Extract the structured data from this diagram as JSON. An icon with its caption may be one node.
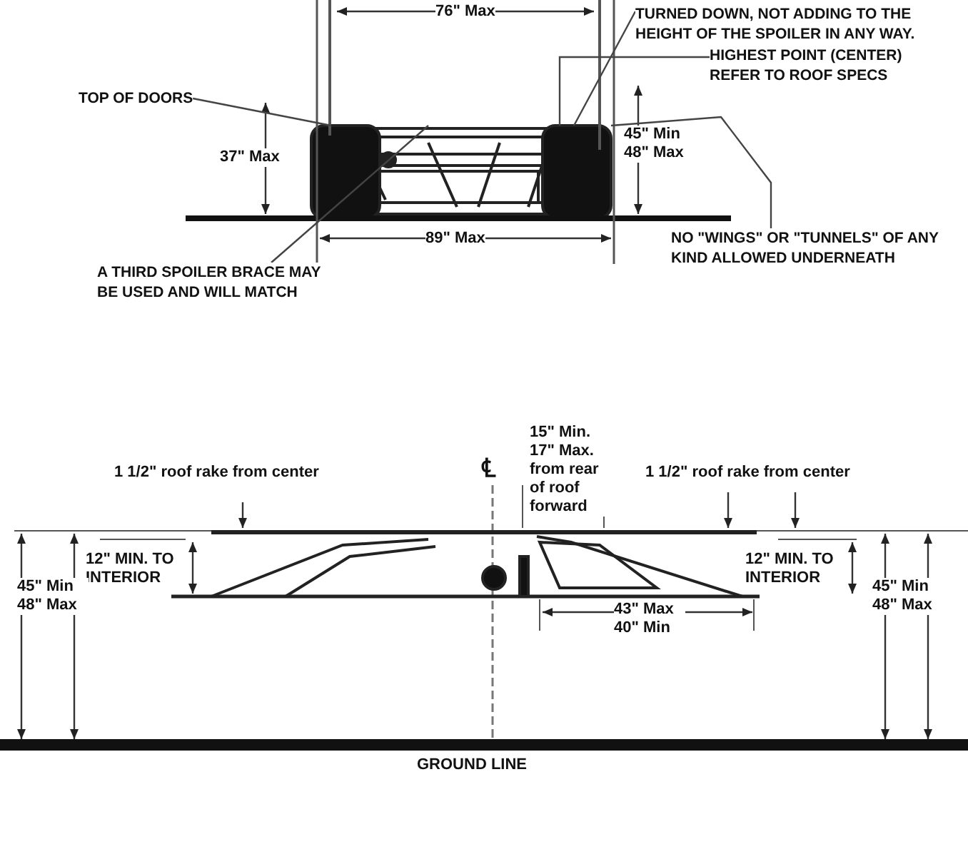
{
  "diagram": {
    "nodes": [
      {
        "text": [
          "TURNED DOWN, NOT ADDING TO THE HEIGHT OF THE SPOILER IN ANY WAY."
        ]
      },
      {
        "text": [
          "HIGHEST POINT (CENTER) REFER TO ROOF SPECS"
        ]
      },
      {
        "text": [
          "TOP OF DOORS"
        ]
      },
      {
        "text": [
          "NO \"WINGS\" OR \"TUNNELS\" OF ANY KIND ALLOWED UNDERNEATH"
        ]
      },
      {
        "text": [
          "A THIRD SPOILER BRACE MAY BE USED AND WILL MATCH"
        ]
      },
      {
        "text": [],
        "shape": "picture"
      }
    ],
    "edges": [
      {
        "from": 0,
        "to": 5,
        "arrow": "none"
      },
      {
        "from": 1,
        "to": 5,
        "arrow": "none"
      },
      {
        "from": 2,
        "to": 5,
        "arrow": "none"
      },
      {
        "from": 3,
        "to": 5,
        "arrow": "none"
      },
      {
        "from": 4,
        "to": 5,
        "arrow": "none"
      }
    ],
    "labels": [
      "76\" Max",
      "37\" Max",
      "45\" Min 48\" Max",
      "89\" Max",
      "15\" Min. 17\" Max. from rear of roof forward",
      "1 1/2\" roof rake from center",
      "℄",
      "1 1/2\" roof rake from center",
      "12\" MIN. TO INTERIOR",
      "12\" MIN. TO INTERIOR",
      "45\" Min 48\" Max",
      "45\" Min 48\" Max",
      "43\" Max 40\" Min",
      "GROUND LINE"
    ]
  }
}
